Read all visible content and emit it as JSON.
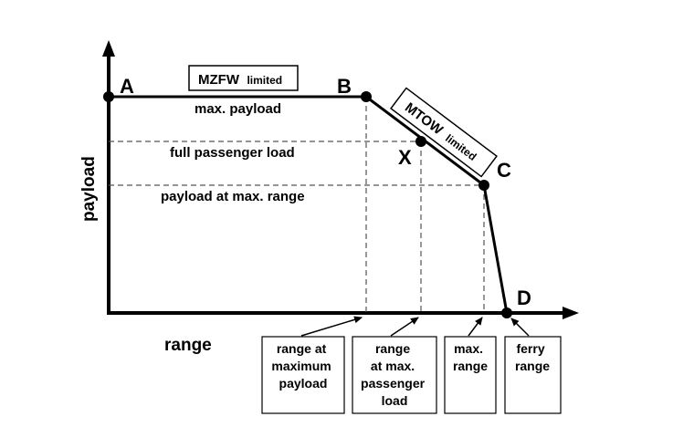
{
  "axes": {
    "x_label": "range",
    "y_label": "payload"
  },
  "points": {
    "A": "A",
    "B": "B",
    "X": "X",
    "C": "C",
    "D": "D"
  },
  "levels": {
    "max_payload": "max. payload",
    "full_passenger_load": "full passenger load",
    "payload_at_max_range": "payload at max. range"
  },
  "limits": {
    "mzfw_main": "MZFW",
    "mzfw_suffix": "limited",
    "mtow_main": "MTOW",
    "mtow_suffix": "limited"
  },
  "range_boxes": [
    [
      "range at",
      "maximum",
      "payload"
    ],
    [
      "range",
      "at max.",
      "passenger",
      "load"
    ],
    [
      "max.",
      "range"
    ],
    [
      "ferry",
      "range"
    ]
  ],
  "colors": {
    "line": "#000000",
    "guide": "#555555"
  }
}
